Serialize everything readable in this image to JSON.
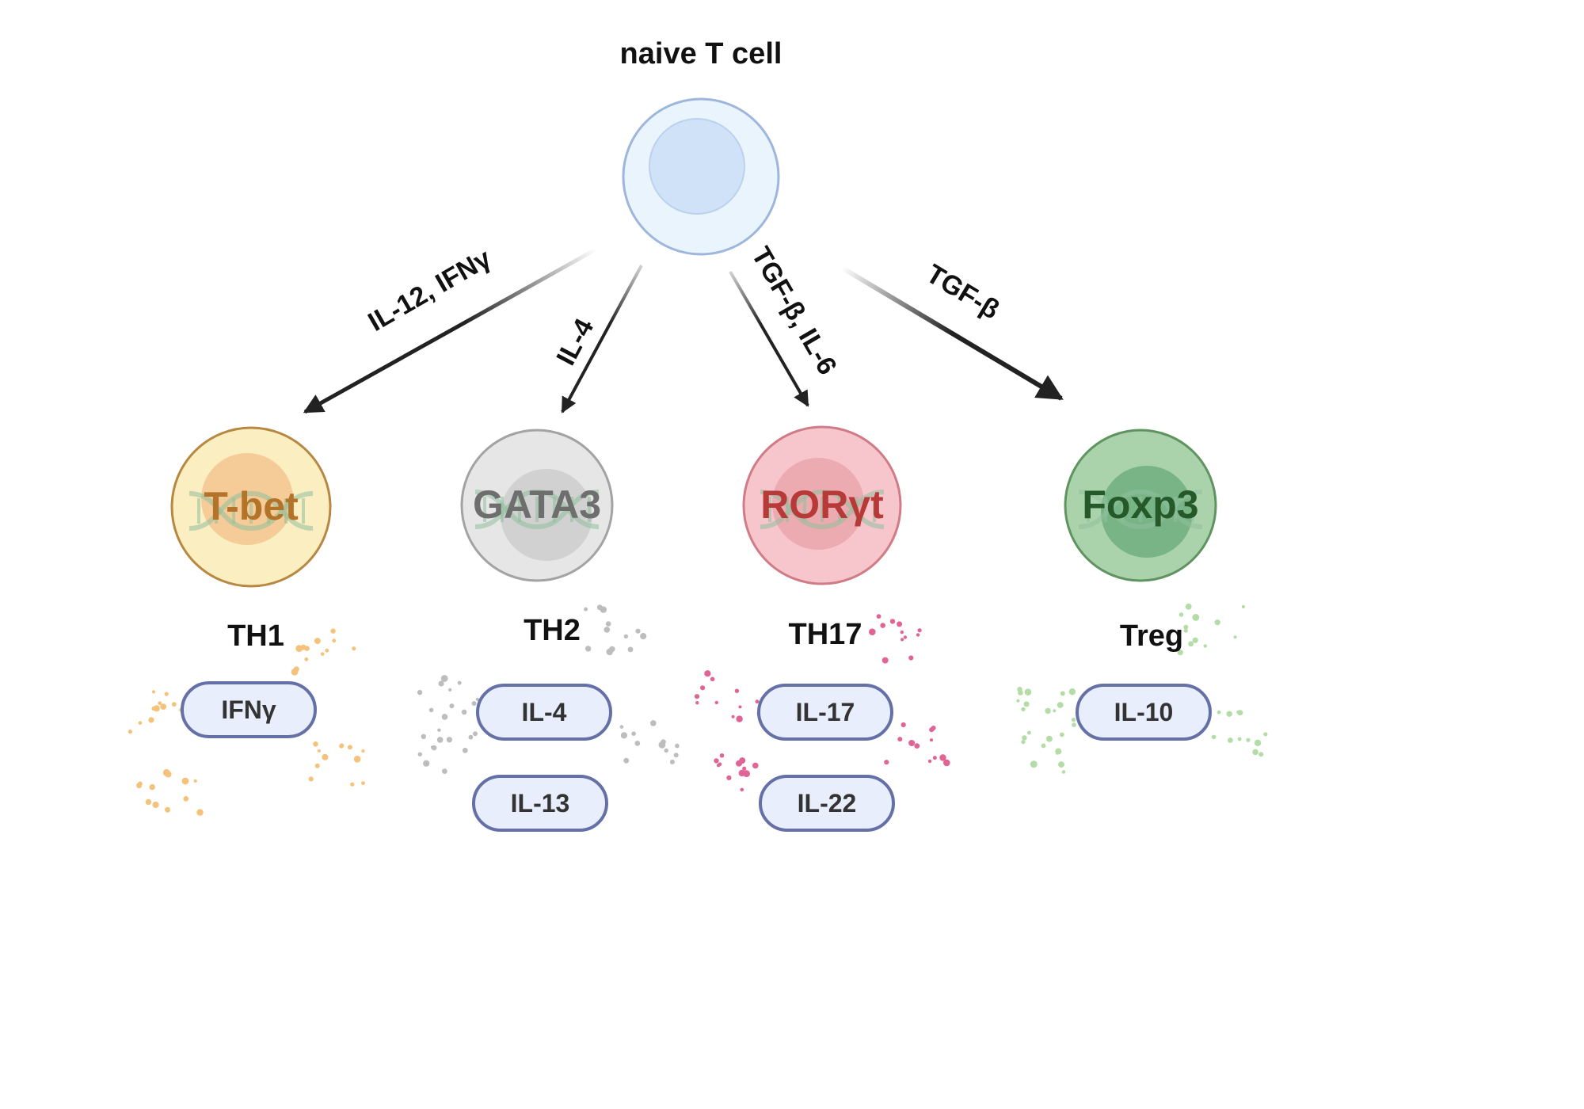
{
  "naive": {
    "label": "naive T cell"
  },
  "signals": {
    "th1": "IL-12, IFNγ",
    "th2": "IL-4",
    "th17": "TGF-β, IL-6",
    "treg": "TGF-β"
  },
  "subsets": [
    {
      "name": "TH1",
      "tf": "T-bet",
      "cytokines": [
        "IFNγ"
      ],
      "colors": {
        "fill": "#fbeec0",
        "stroke": "#b78842",
        "nucleus": "#f3c68f",
        "text": "#b3742a",
        "dots": "#f4c27a"
      }
    },
    {
      "name": "TH2",
      "tf": "GATA3",
      "cytokines": [
        "IL-4",
        "IL-13"
      ],
      "colors": {
        "fill": "#e6e6e6",
        "stroke": "#a3a3a3",
        "nucleus": "#cccccc",
        "text": "#6e6e6e",
        "dots": "#bdbdbd"
      }
    },
    {
      "name": "TH17",
      "tf": "RORγt",
      "cytokines": [
        "IL-17",
        "IL-22"
      ],
      "colors": {
        "fill": "#f7c6cc",
        "stroke": "#d07c86",
        "nucleus": "#eaa4ab",
        "text": "#b83a38",
        "dots": "#e06495"
      }
    },
    {
      "name": "Treg",
      "tf": "Foxp3",
      "cytokines": [
        "IL-10"
      ],
      "colors": {
        "fill": "#abd3ab",
        "stroke": "#5f9460",
        "nucleus": "#6fae7e",
        "text": "#26592a",
        "dots": "#b3dca6"
      }
    }
  ],
  "colors": {
    "naive_fill": "#eaf4fd",
    "naive_stroke": "#9fb6dc",
    "naive_nucleus": "#d0e2f8",
    "arrow": "#222222",
    "pill_fill": "#e8eefb",
    "pill_stroke": "#6470a6"
  }
}
